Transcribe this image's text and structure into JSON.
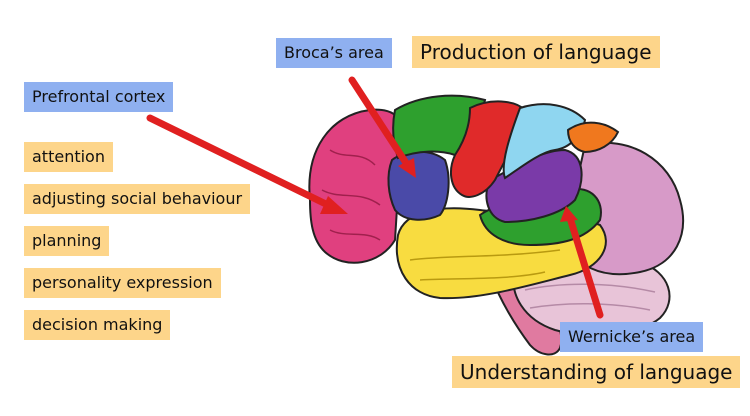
{
  "labels": {
    "prefrontal": "Prefrontal cortex",
    "broca": "Broca’s area",
    "production": "Production of language",
    "wernicke": "Wernicke’s area",
    "understanding": "Understanding of language"
  },
  "functions": [
    "attention",
    "adjusting social behaviour",
    "planning",
    "personality expression",
    "decision making"
  ],
  "colors": {
    "label_blue": "#8fb0f0",
    "label_orange": "#fdd58a",
    "arrow": "#e02020",
    "frontal_pink": "#e0407f",
    "broca_indigo": "#4a4aa8",
    "premotor_green": "#2ea02e",
    "motor_red": "#e02a2a",
    "sensory_blue": "#8fd6f0",
    "parietal_purple": "#7a3aa8",
    "occipital_pink": "#d79ac8",
    "temporal_yellow": "#f8dc40",
    "cerebellum": "#e8c4d8",
    "brainstem": "#e07aa0",
    "orange_region": "#f0781e"
  }
}
